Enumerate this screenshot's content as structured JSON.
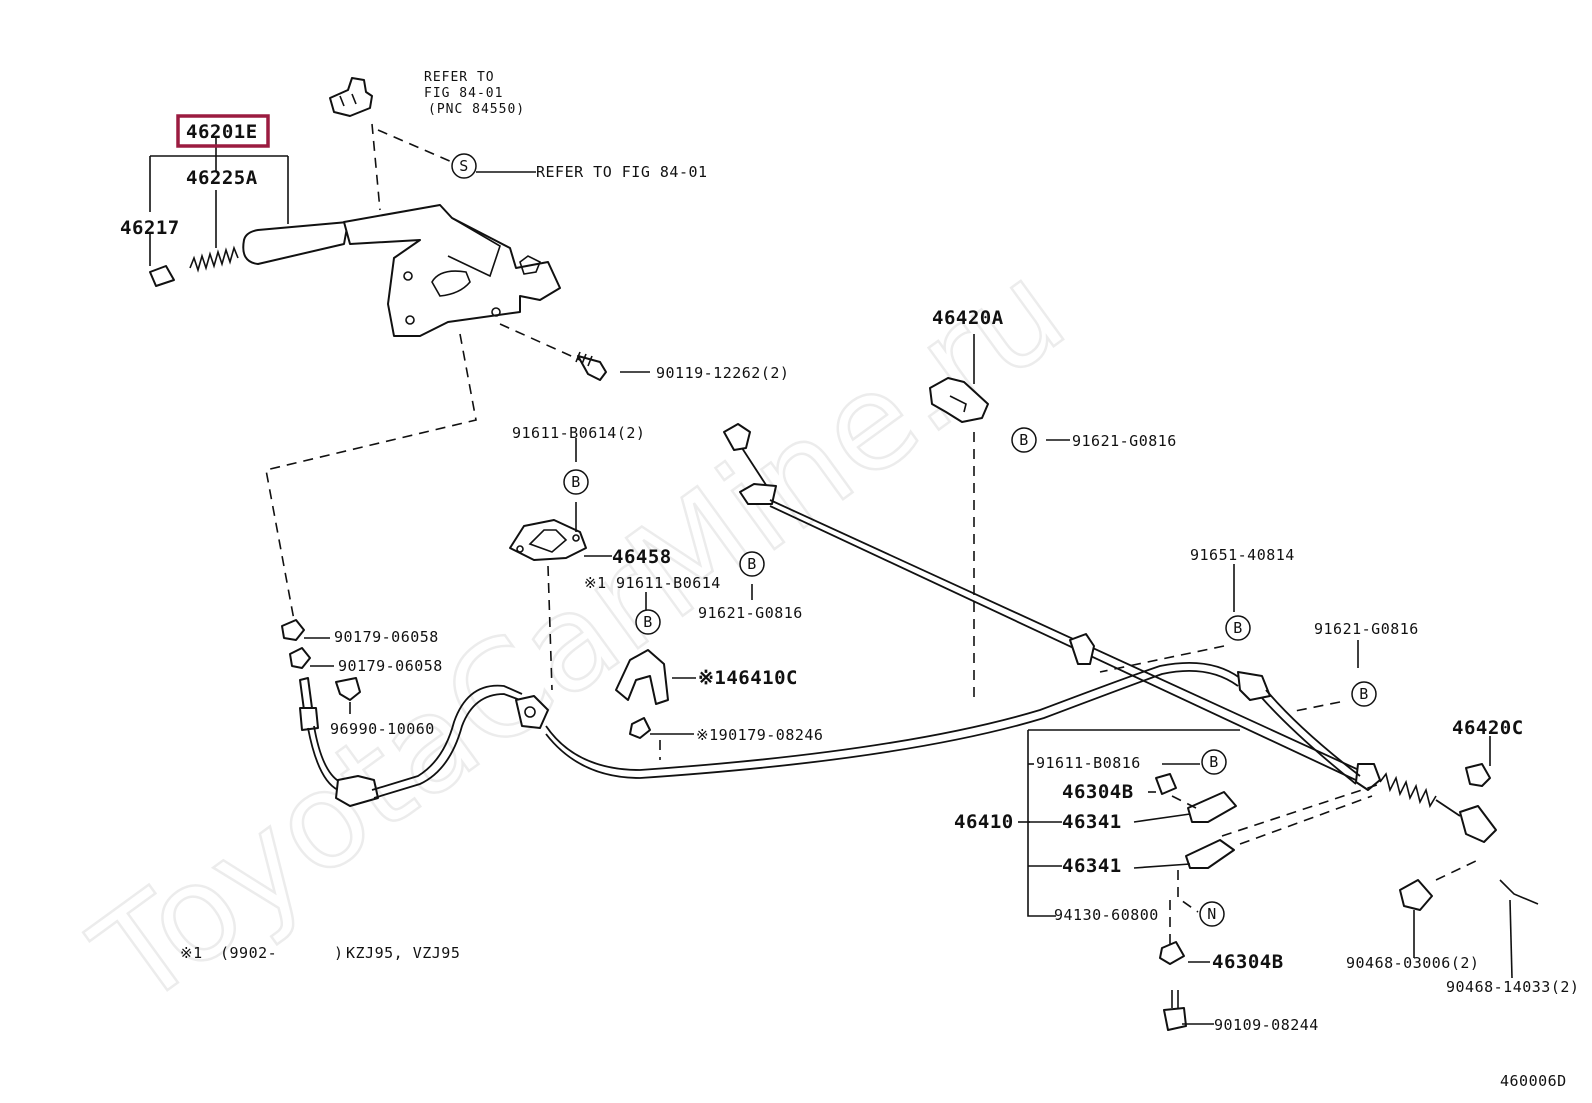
{
  "watermark": "ToyotaCarMine.ru",
  "diagram_code": "460006D",
  "highlight_color": "#9b1b40",
  "refer_note": {
    "line1": "REFER TO",
    "line2": "FIG 84-01",
    "line3": "(PNC 84550)"
  },
  "s_note": {
    "symbol": "S",
    "text": "REFER TO FIG 84-01"
  },
  "footnote": {
    "mark": "※1",
    "range": "(9902-",
    "close": ")",
    "models": "KZJ95, VZJ95"
  },
  "callouts": {
    "c46201E": "46201E",
    "c46225A": "46225A",
    "c46217": "46217",
    "c90119": "90119-12262(2)",
    "c46420A": "46420A",
    "c91621_top": "91621-G0816",
    "c91611_top": "91611-B0614(2)",
    "c46458": "46458",
    "c91611_mid_mark": "※1",
    "c91611_mid": "91611-B0614",
    "c91621_mid": "91621-G0816",
    "c91651": "91651-40814",
    "c91621_right": "91621-G0816",
    "c90179_a": "90179-06058",
    "c90179_b": "90179-06058",
    "c46410C": "※146410C",
    "c96990": "96990-10060",
    "c90179_08246": "※190179-08246",
    "c46420C": "46420C",
    "c91611_0816": "91611-B0816",
    "c46304B_top": "46304B",
    "c46410": "46410",
    "c46341_a": "46341",
    "c46341_b": "46341",
    "c94130": "94130-60800",
    "c46304B_bottom": "46304B",
    "c90468_03006": "90468-03006(2)",
    "c90468_14033": "90468-14033(2)",
    "c90109": "90109-08244"
  },
  "circle_symbols": {
    "b": "B",
    "n": "N"
  }
}
